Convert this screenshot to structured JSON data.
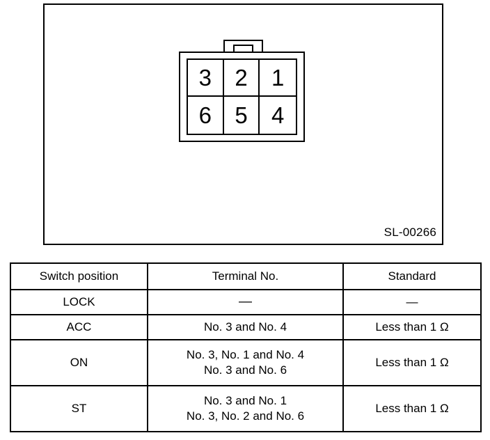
{
  "diagram": {
    "drawing_id": "SL-00266",
    "connector": {
      "name": "ignition-switch-connector",
      "rows": 2,
      "columns": 3,
      "pins_top_row": [
        "3",
        "2",
        "1"
      ],
      "pins_bottom_row": [
        "6",
        "5",
        "4"
      ]
    }
  },
  "table": {
    "headers": [
      "Switch position",
      "Terminal No.",
      "Standard"
    ],
    "rows": [
      {
        "position": "LOCK",
        "terminal_lines": [
          "—"
        ],
        "standard": "—",
        "tall": false
      },
      {
        "position": "ACC",
        "terminal_lines": [
          "No. 3 and No. 4"
        ],
        "standard": "Less than 1 Ω",
        "tall": false
      },
      {
        "position": "ON",
        "terminal_lines": [
          "No. 3, No. 1 and No. 4",
          "No. 3 and No. 6"
        ],
        "standard": "Less than 1 Ω",
        "tall": true
      },
      {
        "position": "ST",
        "terminal_lines": [
          "No. 3 and No. 1",
          "No. 3, No. 2 and No. 6"
        ],
        "standard": "Less than 1 Ω",
        "tall": true
      }
    ]
  },
  "colors": {
    "line": "#000000",
    "background": "#ffffff"
  }
}
